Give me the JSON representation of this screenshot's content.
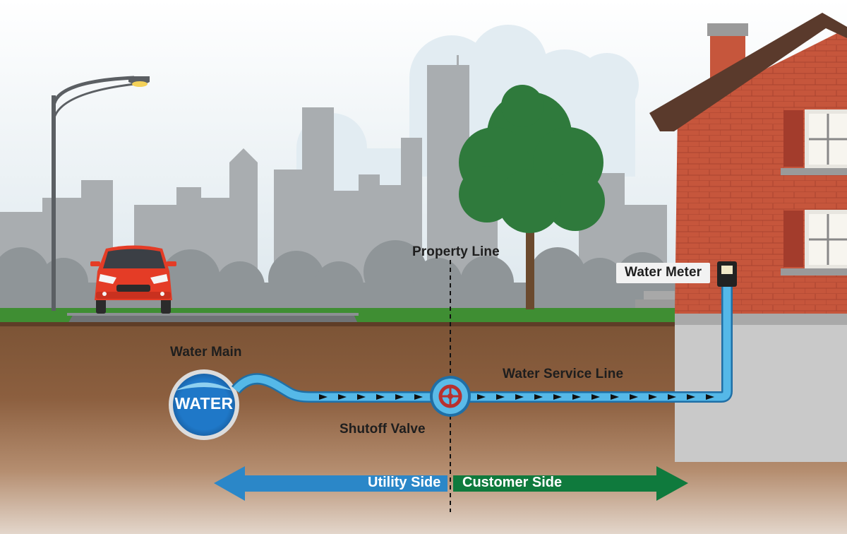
{
  "labels": {
    "water_main": "Water Main",
    "water_badge": "WATER",
    "property_line": "Property Line",
    "water_service_line": "Water Service Line",
    "shutoff_valve": "Shutoff Valve",
    "water_meter": "Water Meter",
    "utility_side": "Utility Side",
    "customer_side": "Customer Side"
  },
  "colors": {
    "pipe": "#3fa9e0",
    "utility_arrow": "#2b87c8",
    "customer_arrow": "#0f7a3d",
    "soil": "#8a5c3c",
    "grass": "#3f8e33",
    "brick": "#c4563d",
    "car": "#e43c26",
    "valve_handle": "#b8312f"
  },
  "icons": [
    "street-lamp-icon",
    "car-icon",
    "tree-icon",
    "house-icon",
    "water-meter-icon",
    "valve-wheel-icon",
    "flow-arrow-icon"
  ]
}
